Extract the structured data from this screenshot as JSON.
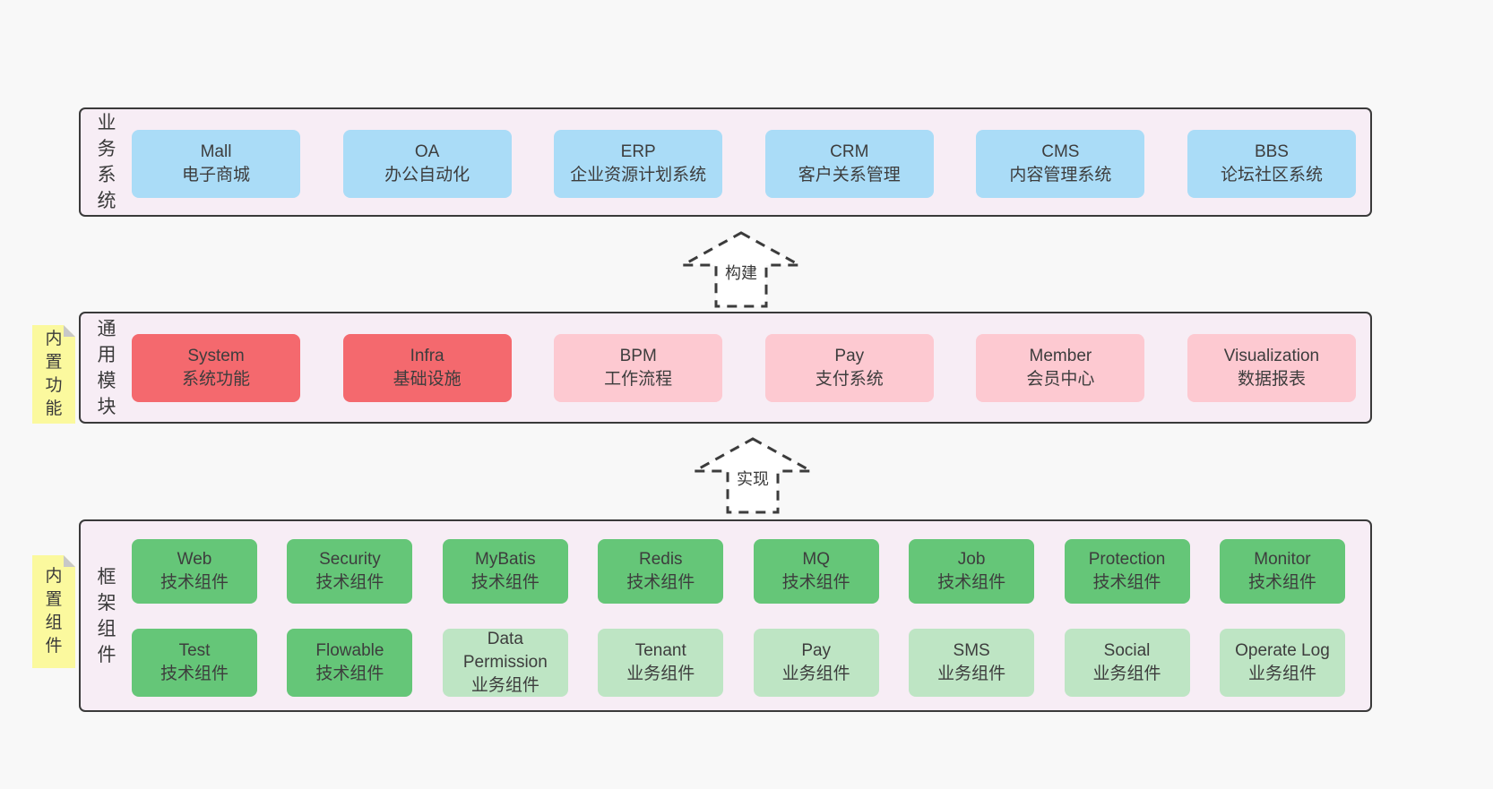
{
  "colors": {
    "page_bg": "#f8f8f8",
    "layer_bg": "#f7edf5",
    "layer_border": "#3a3a3a",
    "blue_box": "#aadcf7",
    "red_box": "#f4696e",
    "pink_box": "#fdc9d1",
    "green_box": "#65c678",
    "light_green_box": "#bee5c4",
    "note_yellow": "#fbf99e",
    "note_fold_gray": "#c8c8c8",
    "text": "#3d3d3d"
  },
  "arrows": [
    {
      "label": "构建"
    },
    {
      "label": "实现"
    }
  ],
  "layers": [
    {
      "label": "业务系统",
      "boxes": [
        {
          "title": "Mall",
          "subtitle": "电子商城",
          "variant": "blue"
        },
        {
          "title": "OA",
          "subtitle": "办公自动化",
          "variant": "blue"
        },
        {
          "title": "ERP",
          "subtitle": "企业资源计划系统",
          "variant": "blue"
        },
        {
          "title": "CRM",
          "subtitle": "客户关系管理",
          "variant": "blue"
        },
        {
          "title": "CMS",
          "subtitle": "内容管理系统",
          "variant": "blue"
        },
        {
          "title": "BBS",
          "subtitle": "论坛社区系统",
          "variant": "blue"
        }
      ]
    },
    {
      "label": "通用模块",
      "note": "内置功能",
      "boxes": [
        {
          "title": "System",
          "subtitle": "系统功能",
          "variant": "red"
        },
        {
          "title": "Infra",
          "subtitle": "基础设施",
          "variant": "red"
        },
        {
          "title": "BPM",
          "subtitle": "工作流程",
          "variant": "pink"
        },
        {
          "title": "Pay",
          "subtitle": "支付系统",
          "variant": "pink"
        },
        {
          "title": "Member",
          "subtitle": "会员中心",
          "variant": "pink"
        },
        {
          "title": "Visualization",
          "subtitle": "数据报表",
          "variant": "pink"
        }
      ]
    },
    {
      "label": "框架组件",
      "note": "内置组件",
      "rows": [
        [
          {
            "title": "Web",
            "subtitle": "技术组件",
            "variant": "green"
          },
          {
            "title": "Security",
            "subtitle": "技术组件",
            "variant": "green"
          },
          {
            "title": "MyBatis",
            "subtitle": "技术组件",
            "variant": "green"
          },
          {
            "title": "Redis",
            "subtitle": "技术组件",
            "variant": "green"
          },
          {
            "title": "MQ",
            "subtitle": "技术组件",
            "variant": "green"
          },
          {
            "title": "Job",
            "subtitle": "技术组件",
            "variant": "green"
          },
          {
            "title": "Protection",
            "subtitle": "技术组件",
            "variant": "green"
          },
          {
            "title": "Monitor",
            "subtitle": "技术组件",
            "variant": "green"
          }
        ],
        [
          {
            "title": "Test",
            "subtitle": "技术组件",
            "variant": "green"
          },
          {
            "title": "Flowable",
            "subtitle": "技术组件",
            "variant": "green"
          },
          {
            "title": "Data Permission",
            "subtitle": "业务组件",
            "variant": "lightgreen"
          },
          {
            "title": "Tenant",
            "subtitle": "业务组件",
            "variant": "lightgreen"
          },
          {
            "title": "Pay",
            "subtitle": "业务组件",
            "variant": "lightgreen"
          },
          {
            "title": "SMS",
            "subtitle": "业务组件",
            "variant": "lightgreen"
          },
          {
            "title": "Social",
            "subtitle": "业务组件",
            "variant": "lightgreen"
          },
          {
            "title": "Operate Log",
            "subtitle": "业务组件",
            "variant": "lightgreen"
          }
        ]
      ]
    }
  ]
}
